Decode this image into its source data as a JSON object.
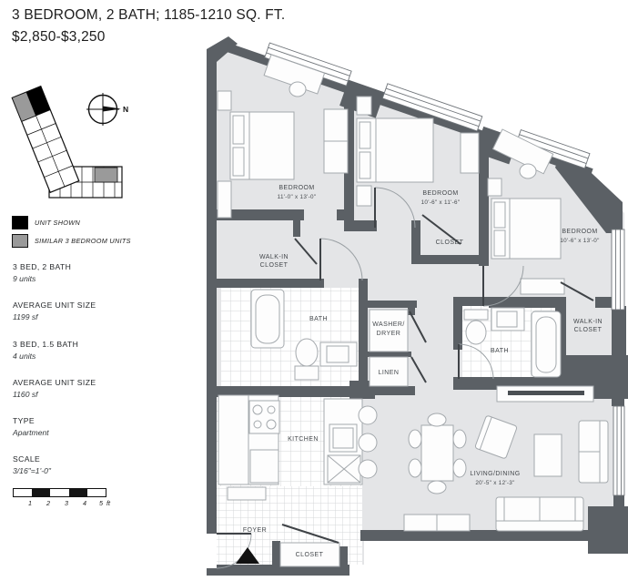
{
  "header": {
    "title": "3 BEDROOM, 2 BATH; 1185-1210 SQ. FT.",
    "price": "$2,850-$3,250"
  },
  "compass": {
    "label": "N"
  },
  "legend": {
    "items": [
      {
        "label": "UNIT SHOWN",
        "swatch": "#000000"
      },
      {
        "label": "SIMILAR 3 BEDROOM UNITS",
        "swatch": "#9a9a9a"
      }
    ]
  },
  "stats": [
    {
      "label": "3 BED, 2 BATH",
      "value": "9 units"
    },
    {
      "label": "AVERAGE UNIT SIZE",
      "value": "1199 sf"
    },
    {
      "label": "3 BED, 1.5 BATH",
      "value": "4 units"
    },
    {
      "label": "AVERAGE UNIT SIZE",
      "value": "1160 sf"
    },
    {
      "label": "TYPE",
      "value": "Apartment"
    },
    {
      "label": "SCALE",
      "value": "3/16\"=1'-0\""
    }
  ],
  "scale_bar": {
    "ticks": [
      "1",
      "2",
      "3",
      "4",
      "5"
    ],
    "unit": "ft"
  },
  "plan": {
    "rooms": {
      "bedroom1": {
        "name": "BEDROOM",
        "dims": "11'-0\" x 13'-0\""
      },
      "bedroom2": {
        "name": "BEDROOM",
        "dims": "10'-6\" x 11'-6\""
      },
      "bedroom3": {
        "name": "BEDROOM",
        "dims": "10'-6\" x 13'-0\""
      },
      "walkin_closet_1": {
        "line1": "WALK-IN",
        "line2": "CLOSET"
      },
      "closet_bedroom2": {
        "name": "CLOSET"
      },
      "bath1": {
        "name": "BATH"
      },
      "washer_dryer": {
        "line1": "WASHER/",
        "line2": "DRYER"
      },
      "linen": {
        "name": "LINEN"
      },
      "bath2": {
        "name": "BATH"
      },
      "walkin_closet_2": {
        "line1": "WALK-IN",
        "line2": "CLOSET"
      },
      "kitchen": {
        "name": "KITCHEN"
      },
      "foyer": {
        "name": "FOYER"
      },
      "closet_foyer": {
        "name": "CLOSET"
      },
      "living_dining": {
        "name": "LIVING/DINING",
        "dims": "20'-5\" x 12'-3\""
      }
    }
  },
  "colors": {
    "walls": "#5b6065",
    "floor": "#e4e5e7",
    "unit_shown": "#000000",
    "similar_units": "#9a9a9a"
  }
}
